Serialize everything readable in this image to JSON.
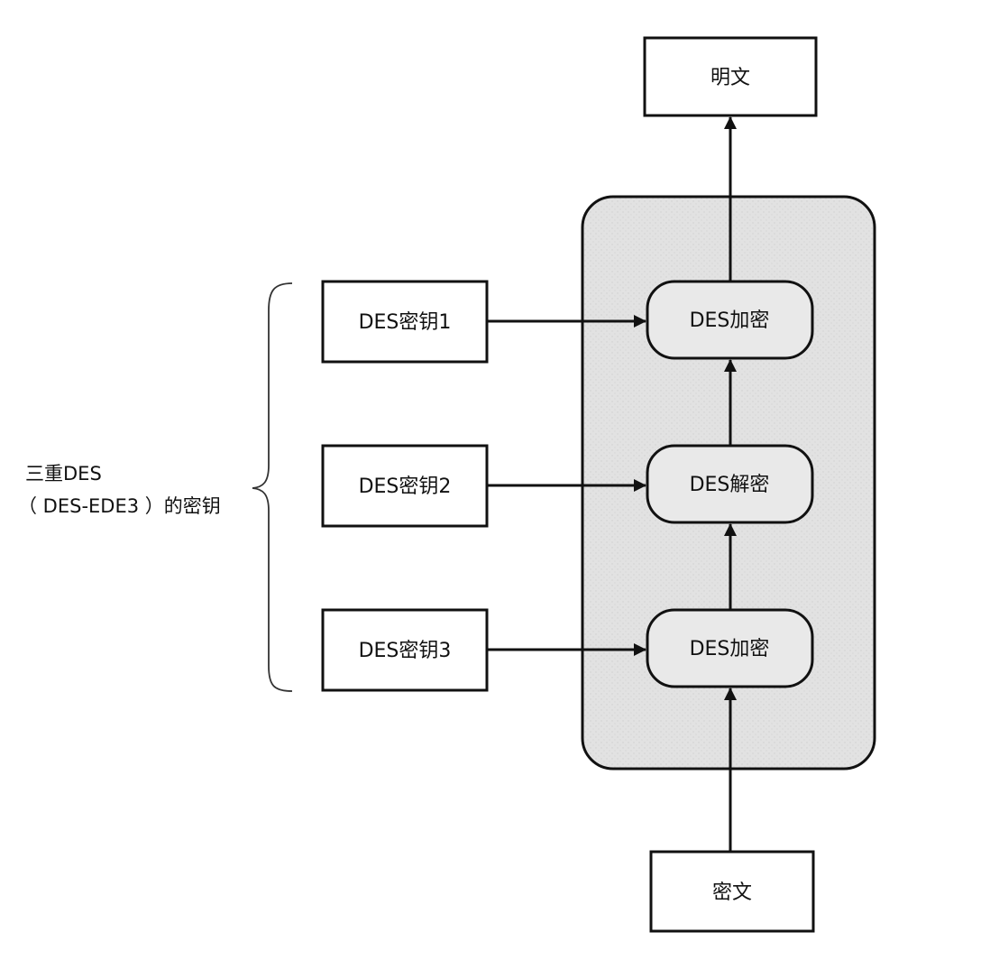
{
  "plaintext_label": "明文",
  "ciphertext_label": "密文",
  "keys": [
    {
      "label": "DES密钥1"
    },
    {
      "label": "DES密钥2"
    },
    {
      "label": "DES密钥3"
    }
  ],
  "operations": [
    {
      "label": "DES加密"
    },
    {
      "label": "DES解密"
    },
    {
      "label": "DES加密"
    }
  ],
  "side_label": {
    "line1": "三重DES",
    "line2": "（ DES-EDE3 ）的密钥"
  },
  "colors": {
    "stroke": "#111111",
    "container_fill": "#e4e4e4",
    "box_fill": "#ffffff",
    "node_fill": "#e9e9e9"
  }
}
